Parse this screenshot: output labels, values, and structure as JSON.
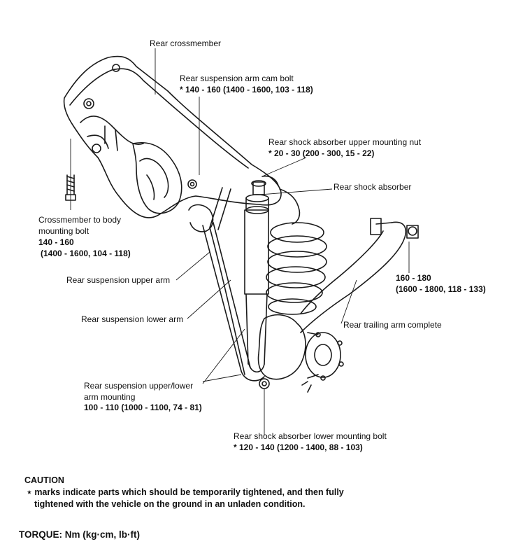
{
  "labels": {
    "rear_crossmember": "Rear crossmember",
    "cam_bolt_name": "Rear suspension arm cam bolt",
    "cam_bolt_torque": "* 140 - 160 (1400 - 1600, 103 - 118)",
    "upper_nut_name": "Rear shock absorber upper mounting nut",
    "upper_nut_torque": "* 20 - 30 (200 - 300, 15 - 22)",
    "shock_absorber": "Rear shock absorber",
    "crossmember_bolt_line1": "Crossmember to body",
    "crossmember_bolt_line2": "mounting bolt",
    "crossmember_bolt_torque1": "140 - 160",
    "crossmember_bolt_torque2": "(1400 - 1600, 104 - 118)",
    "trailing_torque1": "160 - 180",
    "trailing_torque2": "(1600 - 1800, 118 - 133)",
    "upper_arm": "Rear suspension upper arm",
    "lower_arm": "Rear suspension lower arm",
    "trailing_arm": "Rear trailing arm complete",
    "arm_mount_line1": "Rear suspension upper/lower",
    "arm_mount_line2": "arm mounting",
    "arm_mount_torque": "100 - 110 (1000 - 1100, 74 - 81)",
    "lower_bolt_name": "Rear shock absorber lower mounting bolt",
    "lower_bolt_torque": "* 120 - 140 (1200 - 1400, 88 - 103)"
  },
  "caution": {
    "title": "CAUTION",
    "line1": "marks indicate parts which should be temporarily tightened, and then fully",
    "line2": "tightened with the vehicle on the ground in an unladen condition."
  },
  "torque_units": "TORQUE: Nm (kg·cm, lb·ft)"
}
